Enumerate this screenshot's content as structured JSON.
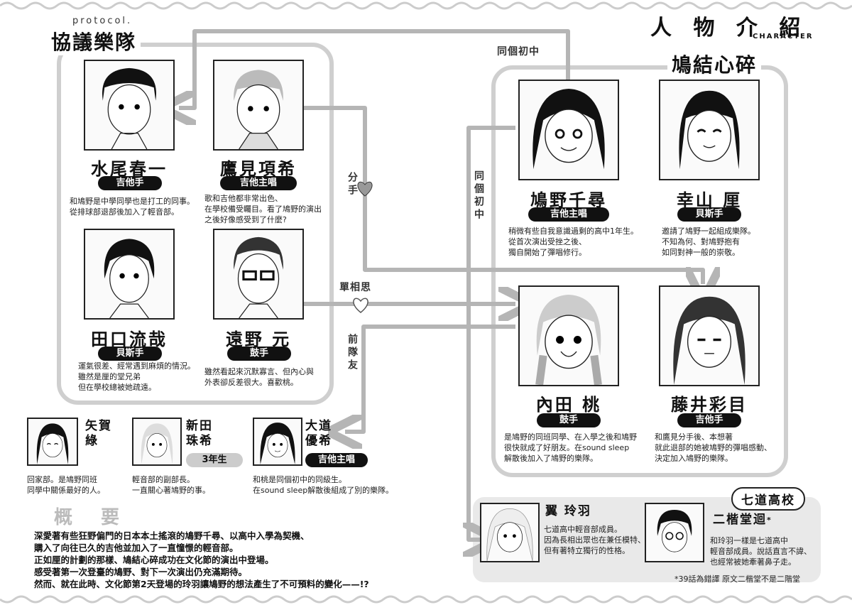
{
  "header": {
    "title": "人 物 介 紹",
    "subtitle": "CHARACTER"
  },
  "groups": {
    "protocol": {
      "title": "協議樂隊",
      "subtitle": "protocol."
    },
    "hatoyui": {
      "title": "鳩結心碎"
    },
    "nanamichi": {
      "title": "七道高校"
    }
  },
  "characters": {
    "mizuo": {
      "name": "水尾春一",
      "role": "吉他手",
      "desc": [
        "和鳩野是中學同學也是打工的同事。",
        "從排球部退部後加入了輕音部。"
      ]
    },
    "takami": {
      "name": "鷹見項希",
      "role": "吉他主唱",
      "desc": [
        "歌和吉他都非常出色、",
        "在學校備受矚目。看了鳩野的演出",
        "之後好像感受到了什麼?"
      ]
    },
    "taguchi": {
      "name": "田口流哉",
      "role": "貝斯手",
      "desc": [
        "運氣很差、經常遇到麻煩的情況。",
        "雖然是厘的堂兄弟",
        "但在學校總被她疏遠。"
      ]
    },
    "tono": {
      "name": "遠野 元",
      "role": "鼓手",
      "desc": [
        "雖然看起來沉默寡言、但內心與",
        "外表卻反差很大。喜歡桃。"
      ]
    },
    "hatono": {
      "name": "鳩野千尋",
      "role": "吉他主唱",
      "desc": [
        "稍微有些自我意識過剩的高中1年生。",
        "從首次演出受挫之後、",
        "獨自開始了彈唱修行。"
      ]
    },
    "koyama": {
      "name": "幸山 厘",
      "role": "貝斯手",
      "desc": [
        "邀請了鳩野一起組成樂隊。",
        "不知為何、對鳩野抱有",
        "如同對神一般的崇敬。"
      ]
    },
    "uchida": {
      "name": "內田 桃",
      "role": "鼓手",
      "desc": [
        "是鳩野的同班同學、在入學之後和鳩野",
        "很快就成了好朋友。在sound sleep",
        "解散後加入了鳩野的樂隊。"
      ]
    },
    "fujii": {
      "name": "藤井彩目",
      "role": "吉他手",
      "desc": [
        "和鷹見分手後、本想著",
        "就此退部的她被鳩野的彈唱感動、",
        "決定加入鳩野的樂隊。"
      ]
    },
    "yaga": {
      "name": "矢賀\n綠",
      "desc": [
        "回家部。是鳩野同班",
        "同學中關係最好的人。"
      ]
    },
    "nitta": {
      "name": "新田\n珠希",
      "badge": "3年生",
      "desc": [
        "輕音部的副部長。",
        "一直關心著鳩野的事。"
      ]
    },
    "omichi": {
      "name": "大道\n優希",
      "role": "吉他主唱",
      "desc": [
        "和桃是同個初中的同級生。",
        "在sound sleep解散後組成了別的樂隊。"
      ]
    },
    "tsubasa": {
      "name": "翼 玲羽",
      "desc": [
        "七道高中輕音部成員。",
        "因為長相出眾也在兼任模特、",
        "但有著特立獨行的性格。"
      ]
    },
    "nikaido": {
      "name": "二楷堂迴",
      "mark": "*",
      "desc": [
        "和玲羽一樣是七道高中",
        "輕音部成員。說話直言不諱、",
        "也經常被她牽著鼻子走。"
      ]
    }
  },
  "relations": {
    "same_middle_top": "同個初中",
    "breakup": "分手",
    "same_middle_side": "同個初中",
    "unrequited": "單相思",
    "former_bandmate": "前隊友"
  },
  "overview": {
    "title": "概要",
    "lines": [
      "深愛著有些狂野偏門的日本本土搖滾的鳩野千尋、以高中入學為契機、",
      "購入了向往已久的吉他並加入了一直憧憬的輕音部。",
      "正如厘的計劃的那樣、鳩結心碎成功在文化節的演出中登場。",
      "感受著第一次登臺的鳩野、對下一次演出仍充滿期待。",
      "然而、就在此時、文化節第2天登場的玲羽讓鳩野的想法產生了不可預料的變化——!?"
    ]
  },
  "footnote": "*39話為錯譯 原文二楷堂不是二階堂",
  "colors": {
    "frame": "#cfcfcf",
    "ink": "#111111",
    "arrow": "#b5b5b5"
  }
}
